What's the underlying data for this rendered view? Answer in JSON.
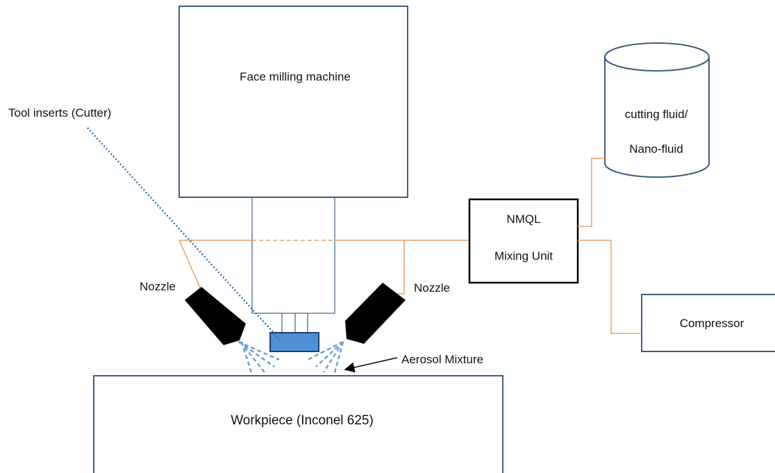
{
  "labels": {
    "machine": "Face milling machine",
    "tool_inserts": "Tool inserts (Cutter)",
    "fluid_line1": "cutting fluid/",
    "fluid_line2": "Nano-fluid",
    "mixing_line1": "NMQL",
    "mixing_line2": "Mixing Unit",
    "nozzle_left": "Nozzle",
    "nozzle_right": "Nozzle",
    "compressor": "Compressor",
    "aerosol": "Aerosol Mixture",
    "workpiece": "Workpiece (Inconel 625)"
  },
  "colors": {
    "box_stroke": "#3e5a82",
    "pipe": "#e3a06b",
    "nozzle": "#000000",
    "cutter_fill": "#4f8fd6",
    "spray": "#6a9fd0",
    "pointer": "#2e6bb8"
  }
}
